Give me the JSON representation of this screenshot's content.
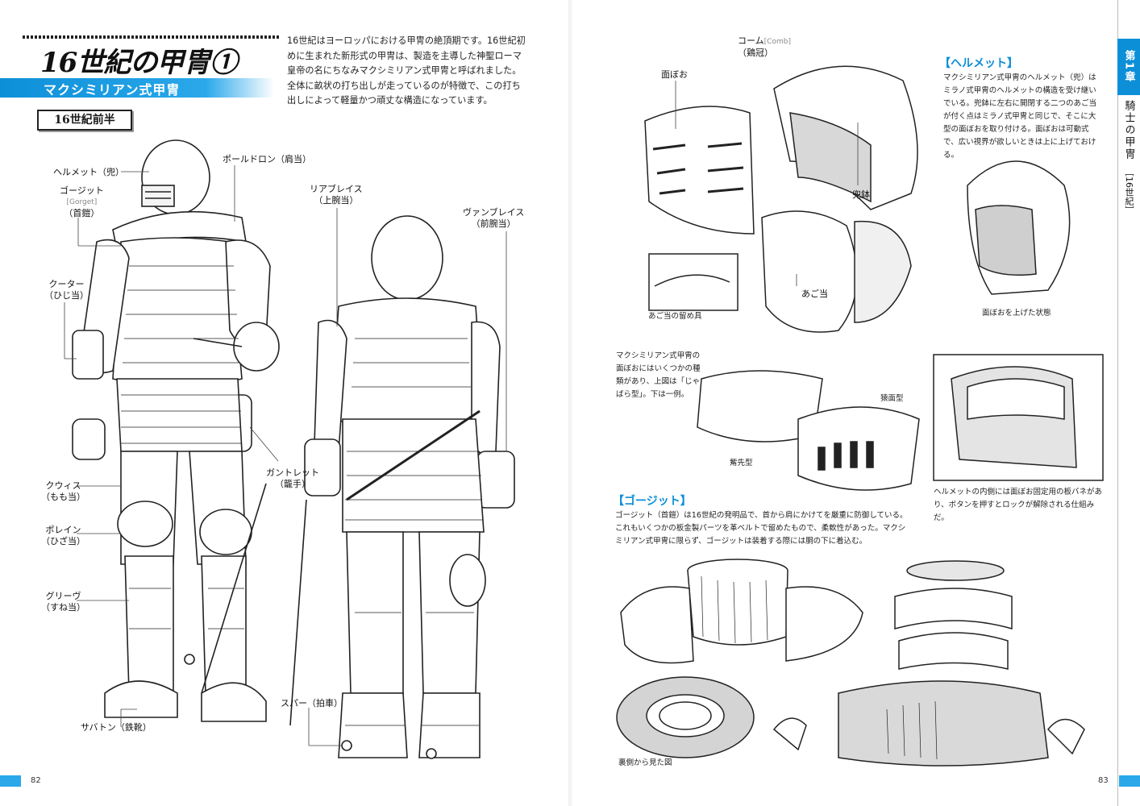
{
  "left": {
    "title": "16世紀の甲冑①",
    "subtitle": "マクシミリアン式甲冑",
    "intro": "16世紀はヨーロッパにおける甲冑の絶頂期です。16世紀初めに生まれた新形式の甲冑は、製造を主導した神聖ローマ皇帝の名にちなみマクシミリアン式甲冑と呼ばれました。全体に畝状の打ち出しが走っているのが特徴で、この打ち出しによって軽量かつ頑丈な構造になっています。",
    "section": "16世紀前半",
    "labels": {
      "helmet": "ヘルメット（兜）",
      "gorget": "ゴージット",
      "gorget_en": "[Gorget]",
      "gorget_jp": "（首鎧）",
      "couter": "クーター",
      "couter_jp": "（ひじ当）",
      "pauldron": "ポールドロン（肩当）",
      "rerebrace": "リアブレイス",
      "rerebrace_jp": "（上腕当）",
      "vambrace": "ヴァンブレイス",
      "vambrace_jp": "（前腕当）",
      "gauntlet": "ガントレット",
      "gauntlet_jp": "（籠手）",
      "cuisse": "クウィス",
      "cuisse_jp": "（もも当）",
      "poleyn": "ポレイン",
      "poleyn_jp": "（ひざ当）",
      "greave": "グリーヴ",
      "greave_jp": "（すね当）",
      "spur": "スパー（拍車）",
      "sabaton": "サバトン（鉄靴）"
    },
    "page_number": "82"
  },
  "right": {
    "helmet_labels": {
      "comb": "コーム",
      "comb_en": "[Comb]",
      "comb_jp": "（鶏冠）",
      "visor": "面ぼお",
      "skull": "兜鉢",
      "bevor": "あご当",
      "bevor_fastener": "あご当の留め具",
      "visor_raised": "面ぼおを上げた状態"
    },
    "helmet_heading": "【ヘルメット】",
    "helmet_text": "マクシミリアン式甲冑のヘルメット（兜）はミラノ式甲冑のヘルメットの構造を受け継いでいる。兜鉢に左右に開閉する二つのあご当が付く点はミラノ式甲冑と同じで、そこに大型の面ぼおを取り付ける。面ぼおは可動式で、広い視界が欲しいときは上に上げておける。",
    "visor_types_text": "マクシミリアン式甲冑の面ぼおにはいくつかの種類があり、上図は「じゃばら型」。下は一例。",
    "visor_type_a": "猿面型",
    "visor_type_b": "觜先型",
    "inner_text": "ヘルメットの内側には面ぼお固定用の板バネがあり、ボタンを押すとロックが解除される仕組みだ。",
    "gorget_heading": "【ゴージット】",
    "gorget_text": "ゴージット（首鎧）は16世紀の発明品で、首から肩にかけてを厳重に防御している。これもいくつかの板金製パーツを革ベルトで留めたもので、柔軟性があった。マクシミリアン式甲冑に限らず、ゴージットは装着する際には胴の下に着込む。",
    "gorget_under": "裏側から見た図",
    "chapter": "第1章",
    "chapter_name": "騎士の甲冑",
    "era": "［16世紀］",
    "page_number": "83"
  }
}
